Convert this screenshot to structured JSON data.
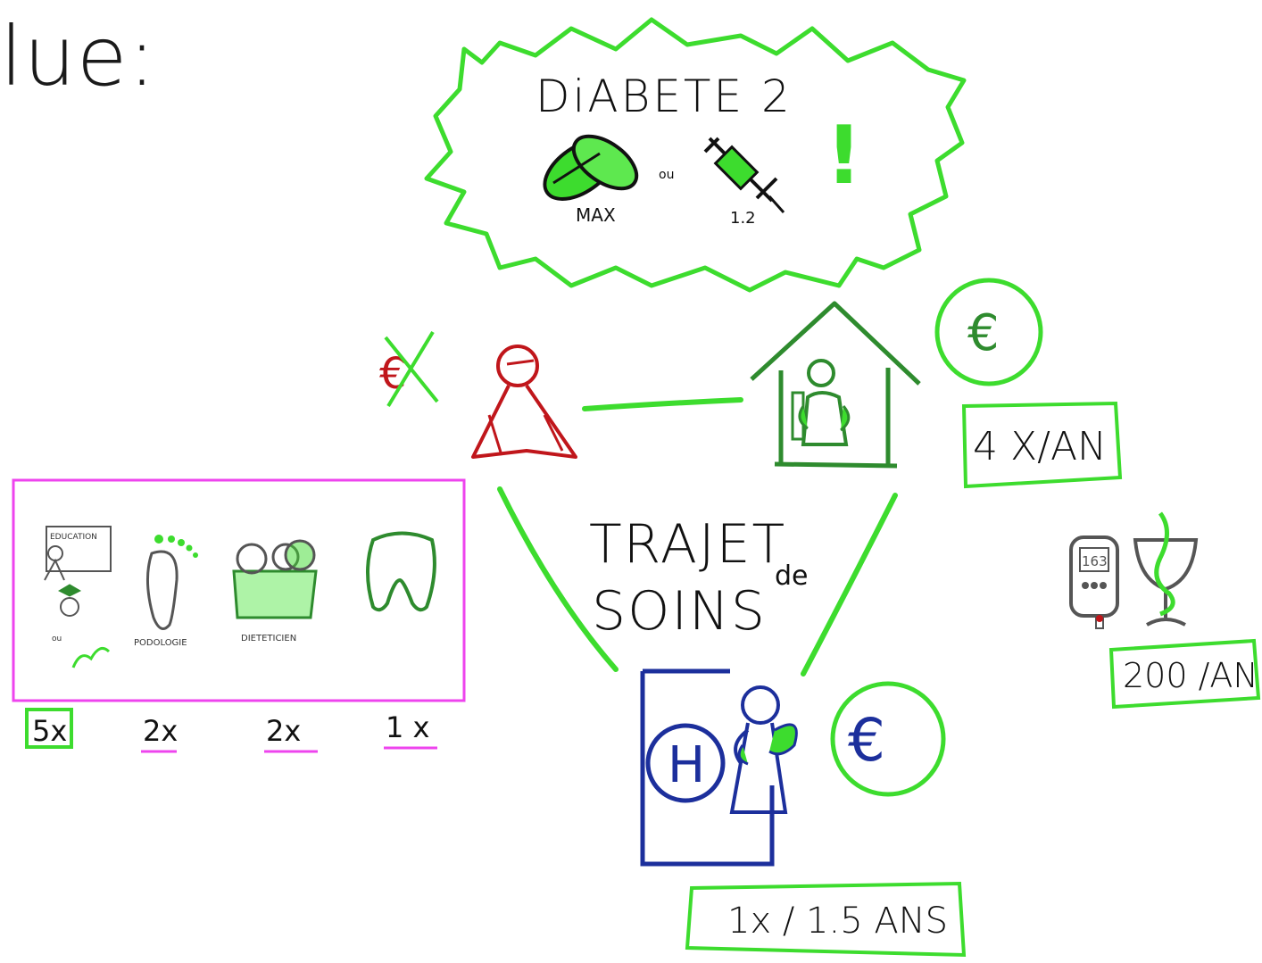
{
  "heading": "lue:",
  "bubble": {
    "title": "DiABETE 2",
    "max_label": "MAX",
    "or_label": "ou",
    "dose_label": "1.2",
    "exclamation": "!"
  },
  "center": {
    "line1": "TRAJET",
    "line2": "SOINS",
    "connector": "de"
  },
  "patient": {
    "crossed_symbol": "€"
  },
  "gp": {
    "cost_symbol": "€",
    "frequency": "4 X/AN"
  },
  "hospital": {
    "letter": "H",
    "cost_symbol": "€",
    "frequency": "1x / 1.5 ANS"
  },
  "pharmacy": {
    "meter_reading": "163",
    "frequency": "200 /AN"
  },
  "panel": {
    "items": [
      {
        "label": "EDUCATION",
        "sub": "ou",
        "count": "5x",
        "count_style": "boxed"
      },
      {
        "label": "PODOLOGIE",
        "count": "2x",
        "count_style": "underlined"
      },
      {
        "label": "DIETETICIEN",
        "count": "2x",
        "count_style": "underlined"
      },
      {
        "label": "",
        "count": "1 x",
        "count_style": "underlined"
      }
    ]
  },
  "colors": {
    "green": "#3ddc2e",
    "dark_green": "#2e8b2e",
    "red": "#c0161b",
    "blue": "#1c2f9c",
    "magenta": "#ee44ee",
    "ink": "#111111"
  }
}
